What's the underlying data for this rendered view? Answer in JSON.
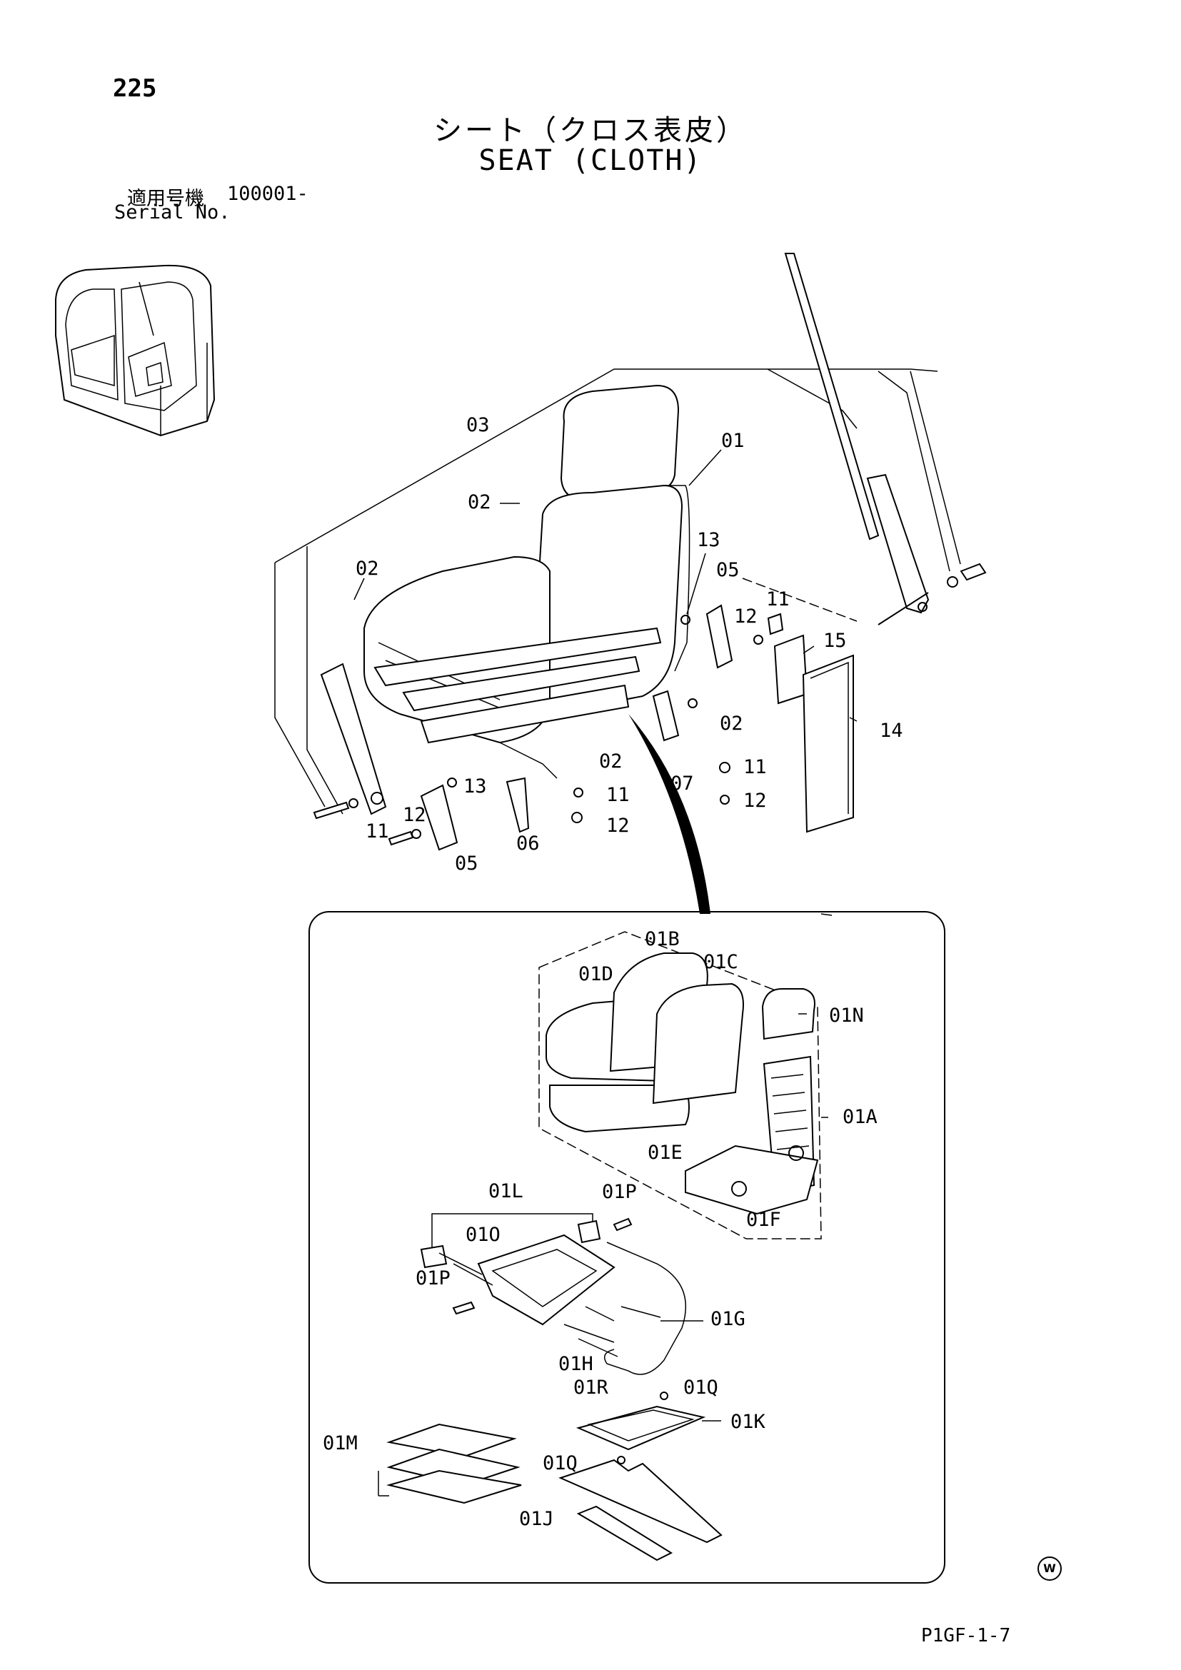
{
  "header": {
    "page_number": "225",
    "title_jp": "シート（クロス表皮）",
    "title_en": "SEAT (CLOTH)",
    "serial_label_jp": "適用号機",
    "serial_value": "100001-",
    "serial_label_en": "Serial No."
  },
  "footer": {
    "code": "P1GF-1-7",
    "mark": "W"
  },
  "callouts": {
    "upper": [
      "03",
      "01",
      "02",
      "02",
      "13",
      "05",
      "12",
      "11",
      "15",
      "14",
      "02",
      "07",
      "11",
      "12",
      "02",
      "13",
      "11",
      "12",
      "12",
      "11",
      "05",
      "06"
    ],
    "detail": [
      "01B",
      "01C",
      "01D",
      "01N",
      "01A",
      "01E",
      "01F",
      "01L",
      "01P",
      "01O",
      "01P",
      "01G",
      "01H",
      "01Q",
      "01R",
      "01K",
      "01M",
      "01Q",
      "01J"
    ]
  }
}
